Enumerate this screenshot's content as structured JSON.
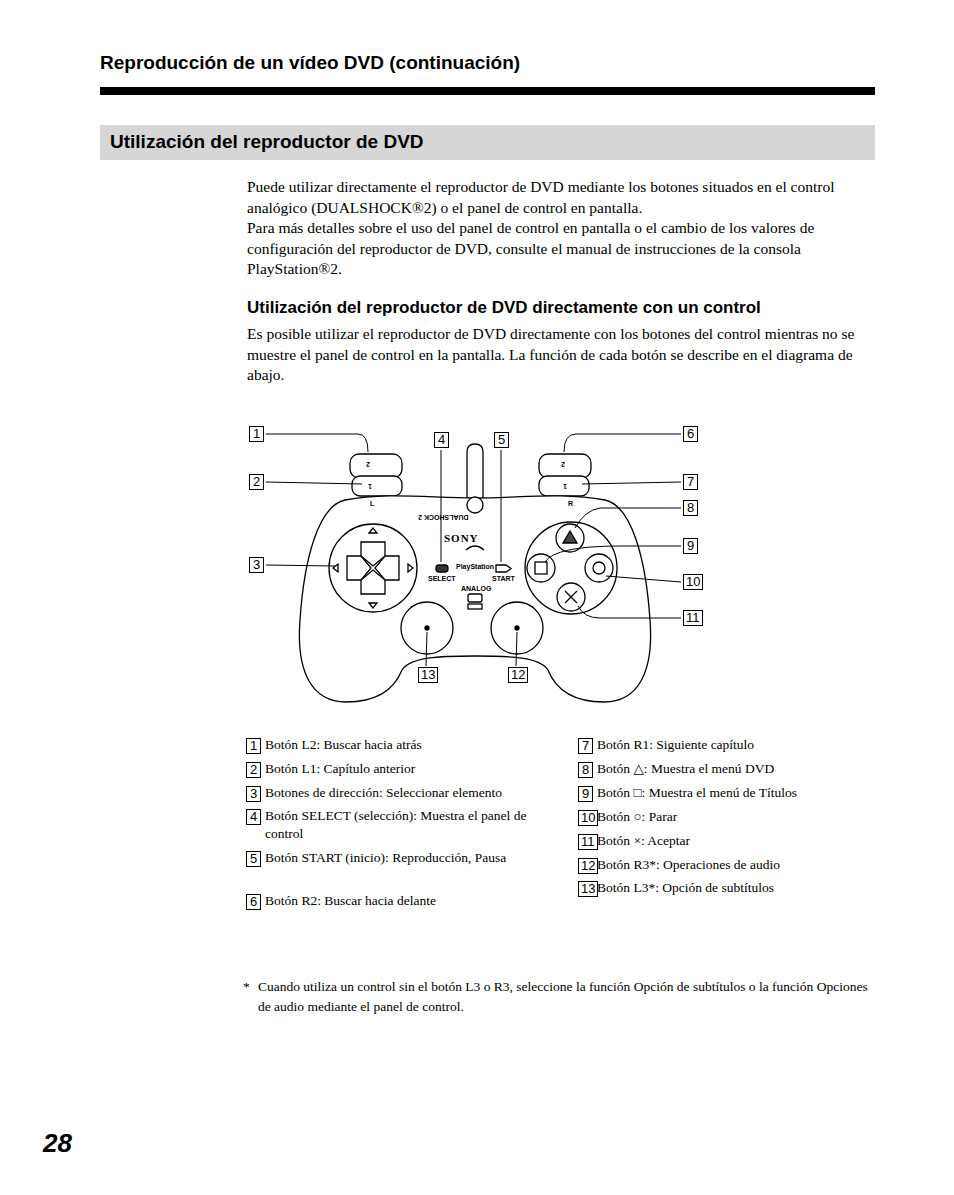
{
  "diagram": {
    "title": "Utilización del reproductor de DVD",
    "labels": [
      "Reproducción de un vídeo DVD (continuación)",
      "Puede utilizar directamente el reproductor de DVD mediante los botones situados en el control analógico (DUALSHOCK®2) o el panel de control en pantalla.",
      "Para más detalles sobre el uso del panel de control en pantalla o el cambio de los valores de configuración del reproductor de DVD, consulte el manual de instrucciones de la consola PlayStation®2.",
      "Utilización del reproductor de DVD directamente con un control",
      "Es posible utilizar el reproductor de DVD directamente con los botones del control mientras no se muestre el panel de control en la pantalla. La función de cada botón se describe en el diagrama de abajo.",
      "1",
      "2",
      "3",
      "4",
      "5",
      "6",
      "7",
      "8",
      "9",
      "10",
      "11",
      "12",
      "13",
      "2",
      "1",
      "2",
      "1",
      "L",
      "R",
      "DUALSHOCK 2",
      "SONY",
      "PlayStation",
      "SELECT",
      "START",
      "ANALOG",
      "1",
      "Botón L2: Buscar hacia atrás",
      "2",
      "Botón L1: Capítulo anterior",
      "3",
      "Botones de dirección: Seleccionar elemento",
      "4",
      "Botón SELECT (selección): Muestra el panel de control",
      "5",
      "Botón START (inicio): Reproducción, Pausa",
      "6",
      "Botón R2: Buscar hacia delante",
      "7",
      "Botón R1: Siguiente capítulo",
      "8",
      "Botón △: Muestra el menú DVD",
      "9",
      "Botón □: Muestra el menú de Títulos",
      "10",
      "Botón ○: Parar",
      "11",
      "Botón ×: Aceptar",
      "12",
      "Botón R3*: Operaciones de audio",
      "13",
      "Botón L3*: Opción de subtítulos",
      "*",
      "Cuando utiliza un control sin el botón L3 o R3, seleccione la función Opción de subtítulos o la función Opciones de audio mediante el panel de control.",
      "28"
    ]
  }
}
